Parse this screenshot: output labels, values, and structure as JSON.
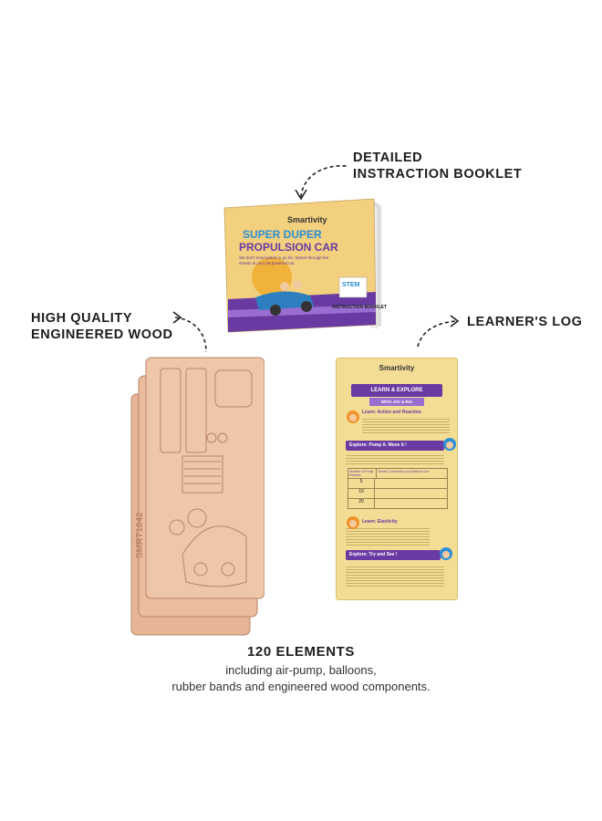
{
  "labels": {
    "booklet": [
      "DETAILED",
      "INSTRACTION BOOKLET"
    ],
    "wood": [
      "HIGH QUALITY",
      "ENGINEERED WOOD"
    ],
    "log": "LEARNER'S LOG"
  },
  "booklet": {
    "brand": "Smartivity",
    "title_line1": "SUPER DUPER",
    "title_line2": "PROPULSION CAR",
    "tagline": "We don't need petrol to go far. Speed through the streets in your jet-powered car.",
    "stem_badge": "STEM",
    "subtitle": "INSTRUCTION BOOKLET"
  },
  "wood": {
    "engraving_code": "SMRT1042"
  },
  "log": {
    "brand": "Smartivity",
    "banner": "LEARN & EXPLORE",
    "banner_sub": "WITH JAY & RIA",
    "section1": "Learn: Action and Reaction",
    "explore1": "Explore: Pump it. Move it !",
    "table_header": [
      "Number of Pump Presses",
      "Tracks Covered by your Balloon Car"
    ],
    "table_rows": [
      "5",
      "10",
      "20"
    ],
    "section2": "Learn: Elasticity",
    "explore2": "Explore: Try and See !"
  },
  "footer": {
    "title": "120 ELEMENTS",
    "line1": "including air-pump, balloons,",
    "line2": "rubber bands and engineered wood components."
  },
  "colors": {
    "wood": "#efc6a8",
    "wood_edge": "#c89b7f",
    "booklet_cover": "#f2d07e",
    "log_paper": "#f3dc93",
    "accent_purple": "#6a3aa3",
    "accent_orange": "#f0932b",
    "accent_blue": "#2b8fd6"
  }
}
